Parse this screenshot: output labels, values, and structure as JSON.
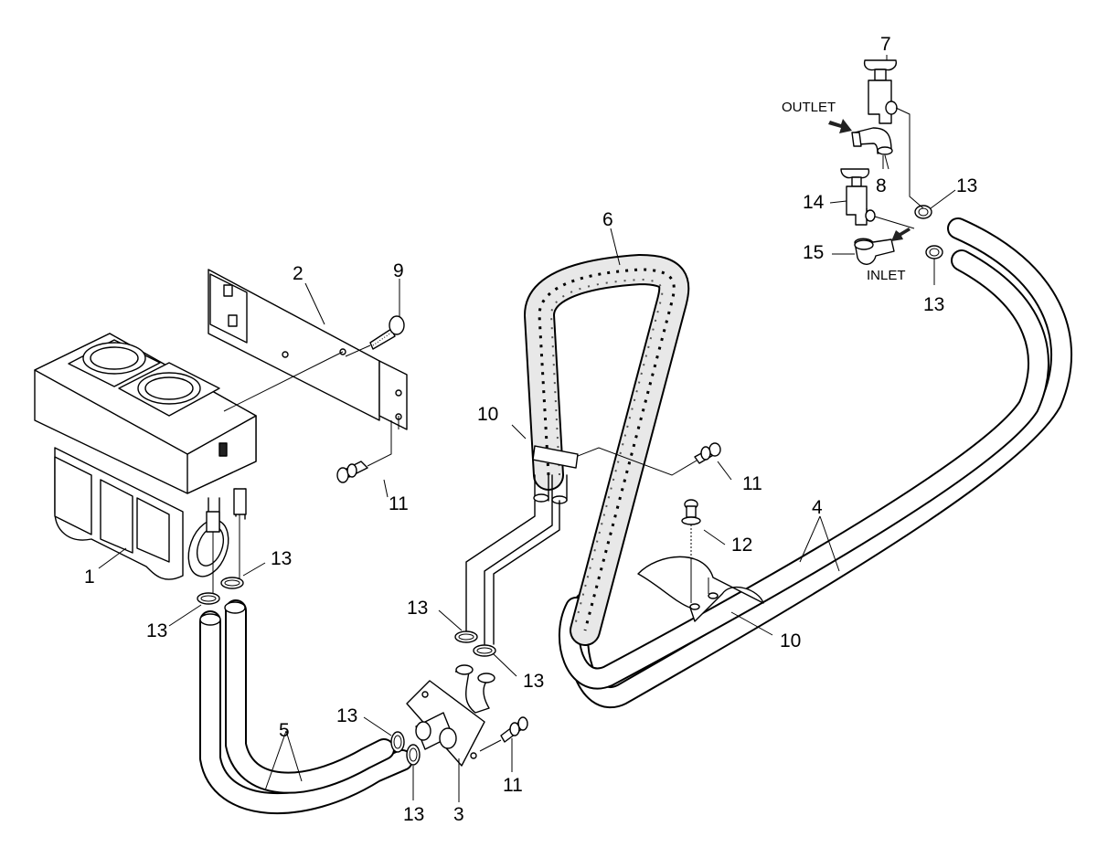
{
  "callouts": [
    {
      "id": "c1",
      "text": "1"
    },
    {
      "id": "c2",
      "text": "2"
    },
    {
      "id": "c3",
      "text": "3"
    },
    {
      "id": "c4",
      "text": "4"
    },
    {
      "id": "c5",
      "text": "5"
    },
    {
      "id": "c6",
      "text": "6"
    },
    {
      "id": "c7",
      "text": "7"
    },
    {
      "id": "c8",
      "text": "8"
    },
    {
      "id": "c9",
      "text": "9"
    },
    {
      "id": "c10a",
      "text": "10"
    },
    {
      "id": "c10b",
      "text": "10"
    },
    {
      "id": "c11a",
      "text": "11"
    },
    {
      "id": "c11b",
      "text": "11"
    },
    {
      "id": "c11c",
      "text": "11"
    },
    {
      "id": "c12",
      "text": "12"
    },
    {
      "id": "c13a",
      "text": "13"
    },
    {
      "id": "c13b",
      "text": "13"
    },
    {
      "id": "c13c",
      "text": "13"
    },
    {
      "id": "c13d",
      "text": "13"
    },
    {
      "id": "c13e",
      "text": "13"
    },
    {
      "id": "c13f",
      "text": "13"
    },
    {
      "id": "c13g",
      "text": "13"
    },
    {
      "id": "c13h",
      "text": "13"
    },
    {
      "id": "c14",
      "text": "14"
    },
    {
      "id": "c15",
      "text": "15"
    }
  ],
  "notes": {
    "outlet": "OUTLET",
    "inlet": "INLET"
  }
}
